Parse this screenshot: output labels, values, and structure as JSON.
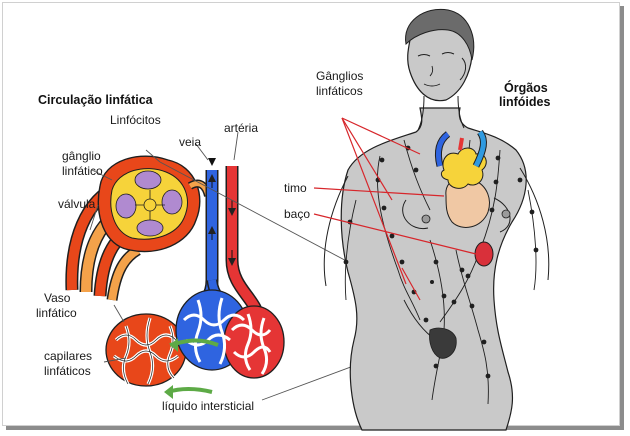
{
  "titles": {
    "left": "Circulação linfática",
    "right_line1": "Órgãos",
    "right_line2": "linfóides"
  },
  "labels": {
    "linfocitos": "Linfócitos",
    "veia": "veia",
    "arteria": "artéria",
    "ganglio_1": "gânglio",
    "ganglio_2": "linfático",
    "valvula": "válvula",
    "vaso_1": "Vaso",
    "vaso_2": "linfático",
    "capilares_1": "capilares",
    "capilares_2": "linfáticos",
    "liquido": "líquido intersticial",
    "ganglios_1": "Gânglios",
    "ganglios_2": "linfáticos",
    "timo": "timo",
    "baco": "baço"
  },
  "colors": {
    "lymph": "#e8471a",
    "lymph_light": "#f4a24a",
    "artery": "#e53535",
    "vein": "#2f64e0",
    "node_yellow": "#f6d33a",
    "node_purple": "#b08ad0",
    "thymus": "#f0c8a4",
    "spleen": "#d9303a",
    "skin": "#c9c9c9",
    "arrow_green": "#5daa46",
    "pointer_red": "#d7262b"
  }
}
